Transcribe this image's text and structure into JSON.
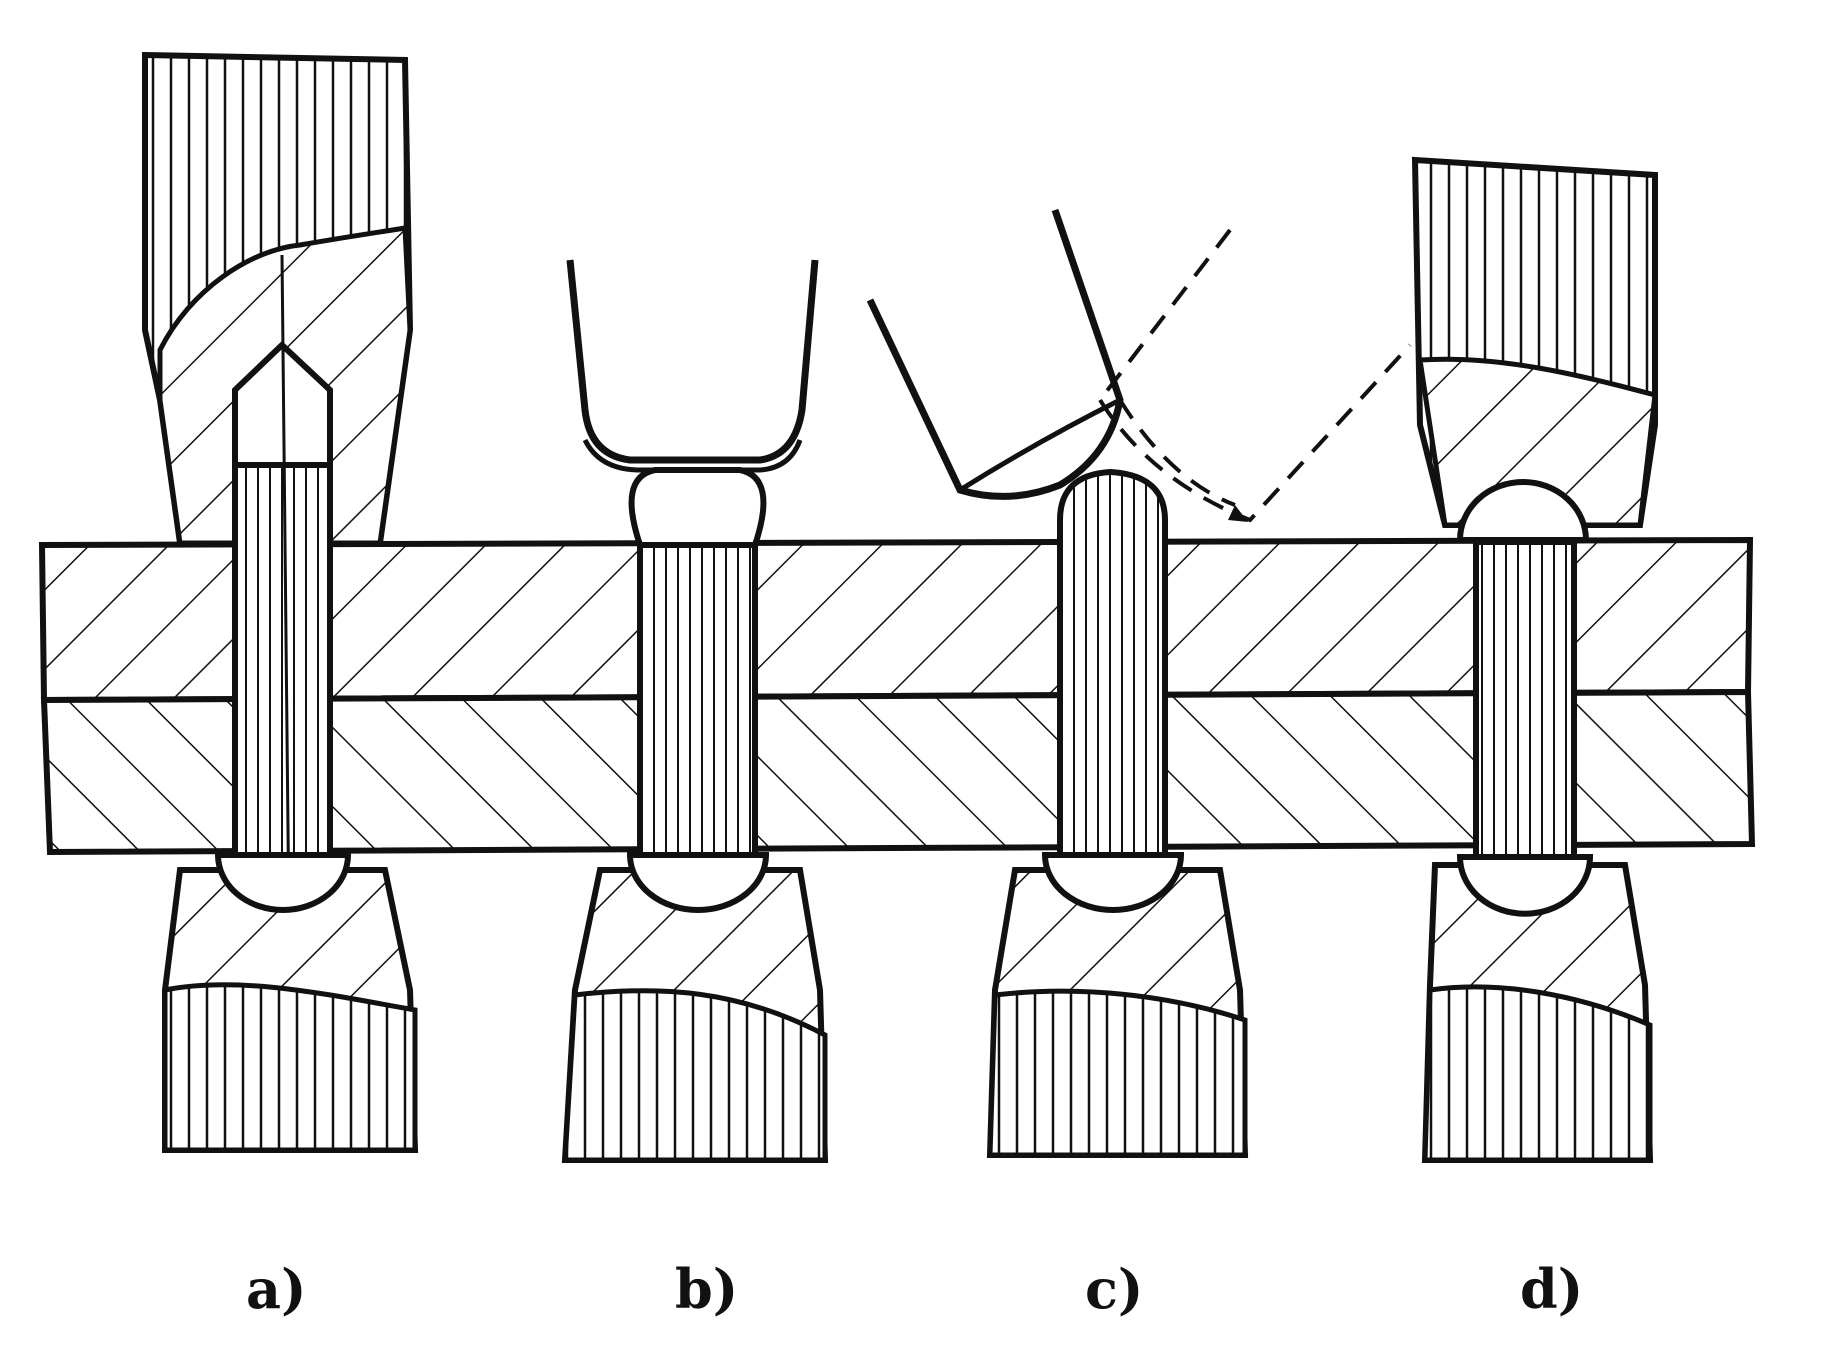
{
  "figure": {
    "panels": [
      {
        "id": "a",
        "label": "a)"
      },
      {
        "id": "b",
        "label": "b)"
      },
      {
        "id": "c",
        "label": "c)"
      },
      {
        "id": "d",
        "label": "d)"
      }
    ],
    "colors": {
      "ink": "#111111",
      "background": "#ffffff"
    }
  }
}
